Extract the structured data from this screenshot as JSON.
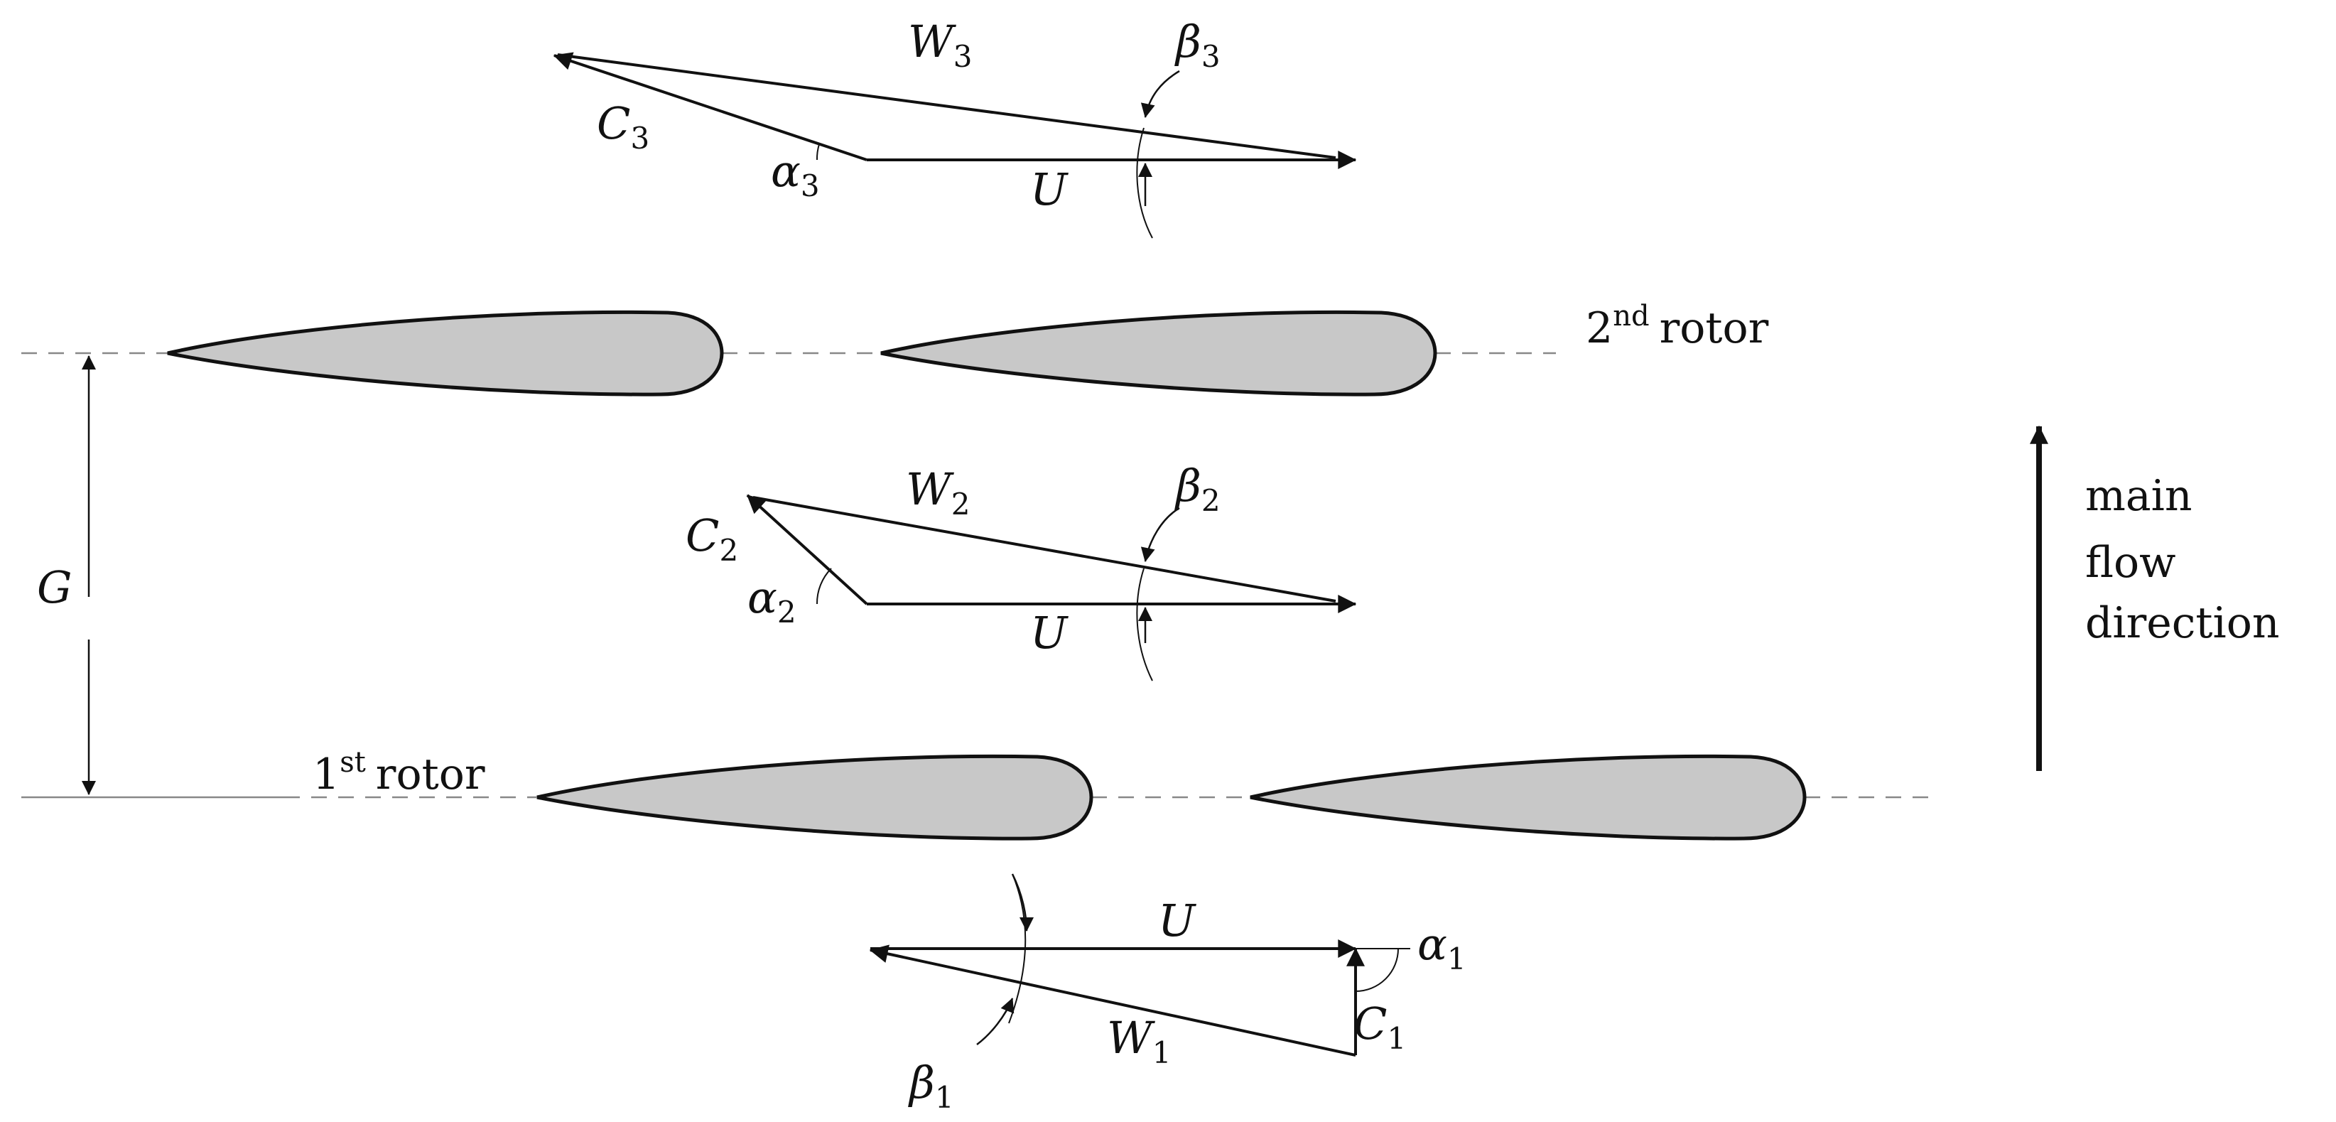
{
  "colors": {
    "stroke": "#111111",
    "blade_fill": "#c8c8c8",
    "dash": "#888888",
    "background": "#ffffff"
  },
  "rotors": {
    "first": {
      "num": "1",
      "sup": "st",
      "word": "rotor"
    },
    "second": {
      "num": "2",
      "sup": "nd",
      "word": "rotor"
    }
  },
  "gap_label": "G",
  "flow_direction": [
    "main",
    "flow",
    "direction"
  ],
  "triangles": {
    "inlet": {
      "U": "U",
      "W": "W",
      "W_sub": "1",
      "C": "C",
      "C_sub": "1",
      "alpha": "α",
      "alpha_sub": "1",
      "beta": "β",
      "beta_sub": "1"
    },
    "between": {
      "U": "U",
      "W": "W",
      "W_sub": "2",
      "C": "C",
      "C_sub": "2",
      "alpha": "α",
      "alpha_sub": "2",
      "beta": "β",
      "beta_sub": "2"
    },
    "outlet": {
      "U": "U",
      "W": "W",
      "W_sub": "3",
      "C": "C",
      "C_sub": "3",
      "alpha": "α",
      "alpha_sub": "3",
      "beta": "β",
      "beta_sub": "3"
    }
  }
}
